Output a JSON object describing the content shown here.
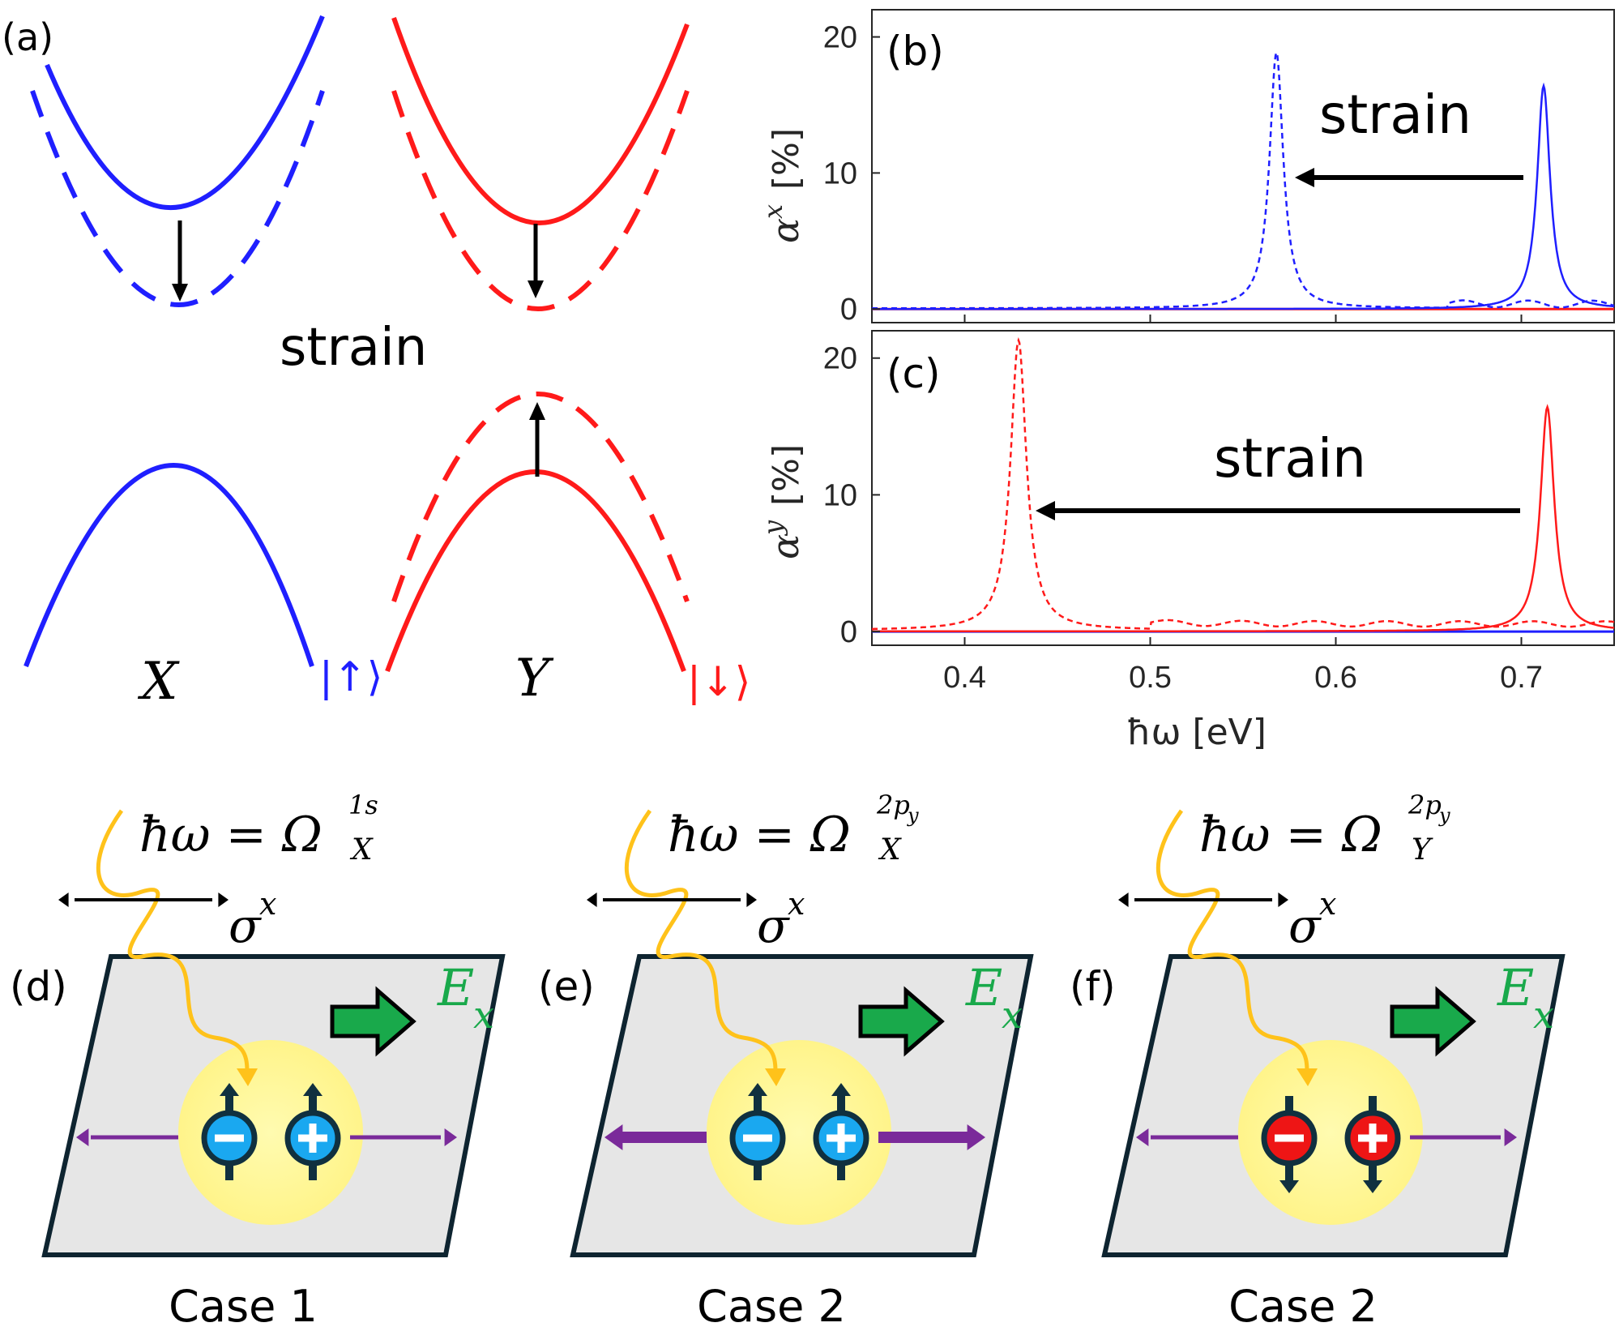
{
  "colors": {
    "spin_up": "#1f1fff",
    "spin_down": "#ff1a1a",
    "photon": "#ffc21a",
    "field_arrow": "#19a94b",
    "field_label": "#19a94b",
    "motion_arrow": "#7a2a9a",
    "plane": "#e6e6e6",
    "glow": "#fff79a",
    "electron_up_fill": "#1aa8f0",
    "electron_down_fill": "#ee1515"
  },
  "panel_a": {
    "label": "(a)",
    "strain_label": "strain",
    "valley_x": "X",
    "valley_y": "Y",
    "spin_up_ket": "|↑⟩",
    "spin_down_ket": "|↓⟩"
  },
  "chart_data": [
    {
      "panel": "(b)",
      "type": "line",
      "ylabel": "α^x [%]",
      "ylabel_main": "α",
      "ylabel_sup": "x",
      "ylabel_unit": "[%]",
      "xlim": [
        0.35,
        0.75
      ],
      "ylim": [
        -1,
        22
      ],
      "yticks": [
        0,
        10,
        20
      ],
      "annotation": "strain",
      "peaks": [
        {
          "series": "α^x unstrained (blue solid)",
          "center": 0.712,
          "height": 16.4
        },
        {
          "series": "α^x strained (blue dashed)",
          "center": 0.568,
          "height": 18.8
        },
        {
          "series": "α^y unstrained (red solid)",
          "center": null,
          "height": 0
        },
        {
          "series": "α^y strained (red dashed)",
          "center": null,
          "height": 0
        }
      ]
    },
    {
      "panel": "(c)",
      "type": "line",
      "ylabel": "α^y [%]",
      "ylabel_main": "α",
      "ylabel_sup": "y",
      "ylabel_unit": "[%]",
      "xlabel": "ħω [eV]",
      "xlim": [
        0.35,
        0.75
      ],
      "ylim": [
        -1,
        22
      ],
      "yticks": [
        0,
        10,
        20
      ],
      "xticks": [
        0.4,
        0.5,
        0.6,
        0.7
      ],
      "xtick_labels": [
        "0.4",
        "0.5",
        "0.6",
        "0.7"
      ],
      "annotation": "strain",
      "peaks": [
        {
          "series": "α^y unstrained (red solid)",
          "center": 0.714,
          "height": 16.4
        },
        {
          "series": "α^y strained (red dashed)",
          "center": 0.429,
          "height": 21.2
        },
        {
          "series": "α^x (blue)",
          "center": null,
          "height": 0
        }
      ]
    }
  ],
  "cases": [
    {
      "label": "(d)",
      "equation_lhs": "ħω = Ω",
      "sup": "1s",
      "sub": "X",
      "polarization": "σ",
      "pol_sup": "x",
      "field": "E",
      "field_sub": "x",
      "caption": "Case 1",
      "spin": "up"
    },
    {
      "label": "(e)",
      "equation_lhs": "ħω = Ω",
      "sup": "2p",
      "sup_sub": "y",
      "sub": "X",
      "polarization": "σ",
      "pol_sup": "x",
      "field": "E",
      "field_sub": "x",
      "caption": "Case 2",
      "spin": "up"
    },
    {
      "label": "(f)",
      "equation_lhs": "ħω = Ω",
      "sup": "2p",
      "sup_sub": "y",
      "sub": "Y",
      "polarization": "σ",
      "pol_sup": "x",
      "field": "E",
      "field_sub": "x",
      "caption": "Case 2",
      "spin": "down"
    }
  ]
}
